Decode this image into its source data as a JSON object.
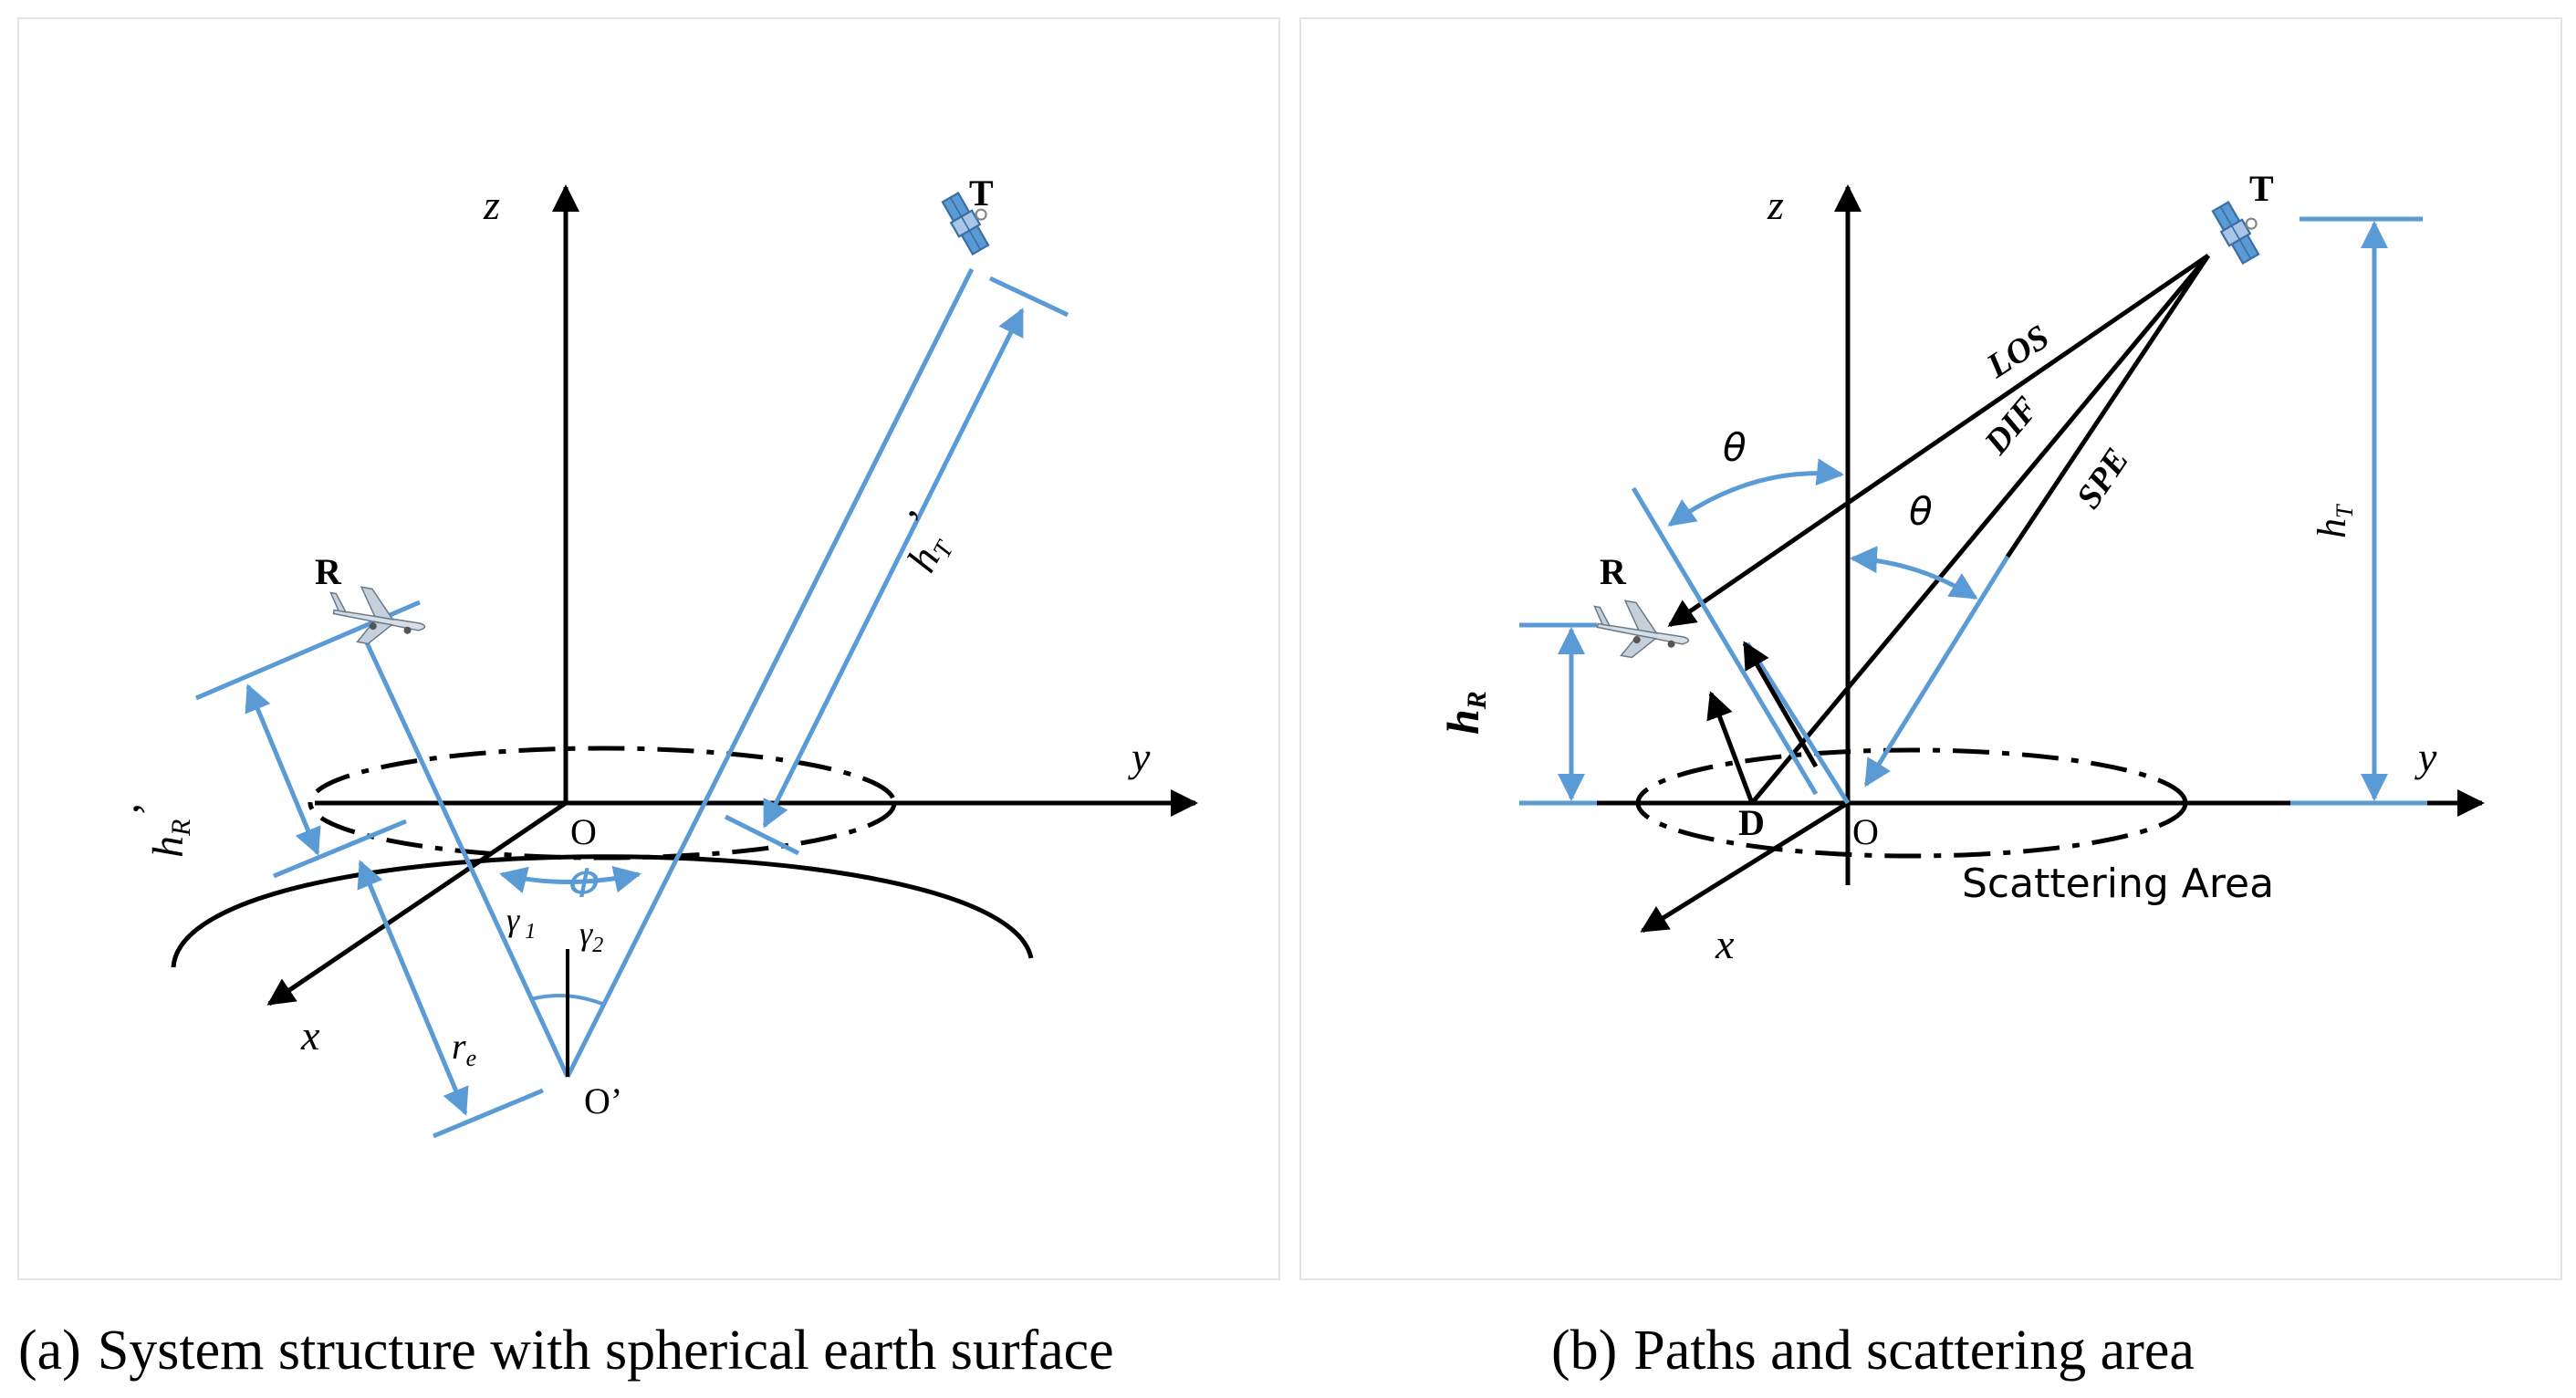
{
  "panel_a": {
    "caption_tag": "(a)",
    "caption_text": "System structure with spherical earth surface",
    "axis_z": "z",
    "axis_y": "y",
    "axis_x": "x",
    "origin": "O",
    "center": "O’",
    "transmitter": "T",
    "receiver": "R",
    "h_t_label": "h",
    "h_t_sub": "T",
    "h_t_prime": "’",
    "h_r_label": "h",
    "h_r_sub": "R",
    "h_r_prime": "’",
    "radius_label": "r",
    "radius_sub": "e",
    "angle_phi": "Φ",
    "angle_gamma1": "γ",
    "angle_gamma1_sub": "1",
    "angle_gamma2": "γ",
    "angle_gamma2_sub": "2"
  },
  "panel_b": {
    "caption_tag": "(b)",
    "caption_text": "Paths and scattering area",
    "axis_z": "z",
    "axis_y": "y",
    "axis_x": "x",
    "origin": "O",
    "point_d": "D",
    "transmitter": "T",
    "receiver": "R",
    "path_los": "LOS",
    "path_dif": "DIF",
    "path_spe": "SPE",
    "theta_1": "θ",
    "theta_2": "θ",
    "h_t_label": "h",
    "h_t_sub": "T",
    "h_r_label": "h",
    "h_r_sub": "R",
    "scattering_area": "Scattering Area"
  },
  "colors": {
    "blue": "#5b9bd5",
    "black": "#000000",
    "frame": "#e4e4e4"
  },
  "icons": {
    "satellite": "satellite-icon",
    "aircraft": "uav-aircraft-icon"
  }
}
